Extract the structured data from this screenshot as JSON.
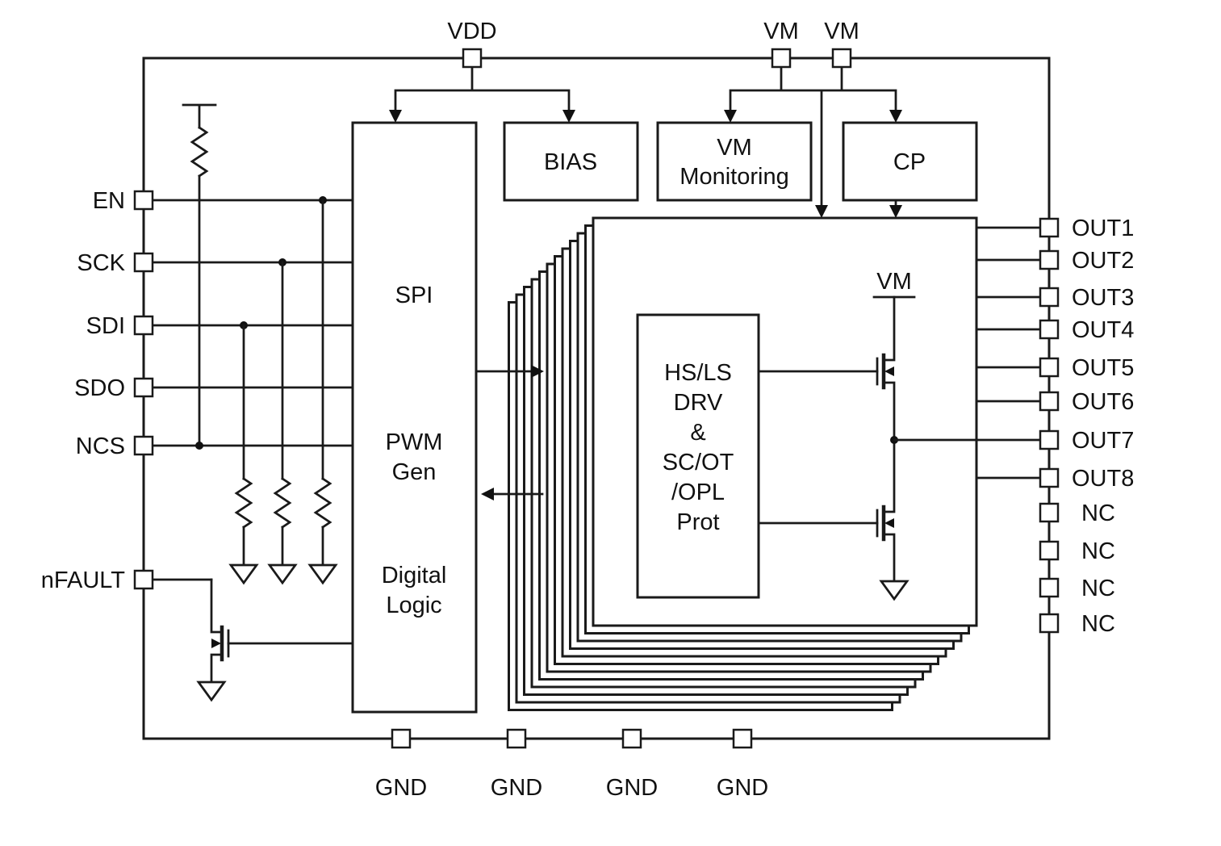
{
  "colors": {
    "line": "#1a1a1a",
    "background": "#ffffff",
    "text": "#111111"
  },
  "pins": {
    "top": [
      "VDD",
      "VM",
      "VM"
    ],
    "left": [
      "EN",
      "SCK",
      "SDI",
      "SDO",
      "NCS",
      "nFAULT"
    ],
    "right": [
      "OUT1",
      "OUT2",
      "OUT3",
      "OUT4",
      "OUT5",
      "OUT6",
      "OUT7",
      "OUT8",
      "NC",
      "NC",
      "NC",
      "NC"
    ],
    "bottom": [
      "GND",
      "GND",
      "GND",
      "GND"
    ]
  },
  "blocks": {
    "spi": "SPI",
    "pwm_gen": [
      "PWM",
      "Gen"
    ],
    "digital_logic": [
      "Digital",
      "Logic"
    ],
    "bias": "BIAS",
    "vm_monitoring": [
      "VM",
      "Monitoring"
    ],
    "cp": "CP",
    "hs_ls": [
      "HS/LS",
      "DRV",
      "&",
      "SC/OT",
      "/OPL",
      "Prot"
    ],
    "vm_rail": "VM"
  }
}
